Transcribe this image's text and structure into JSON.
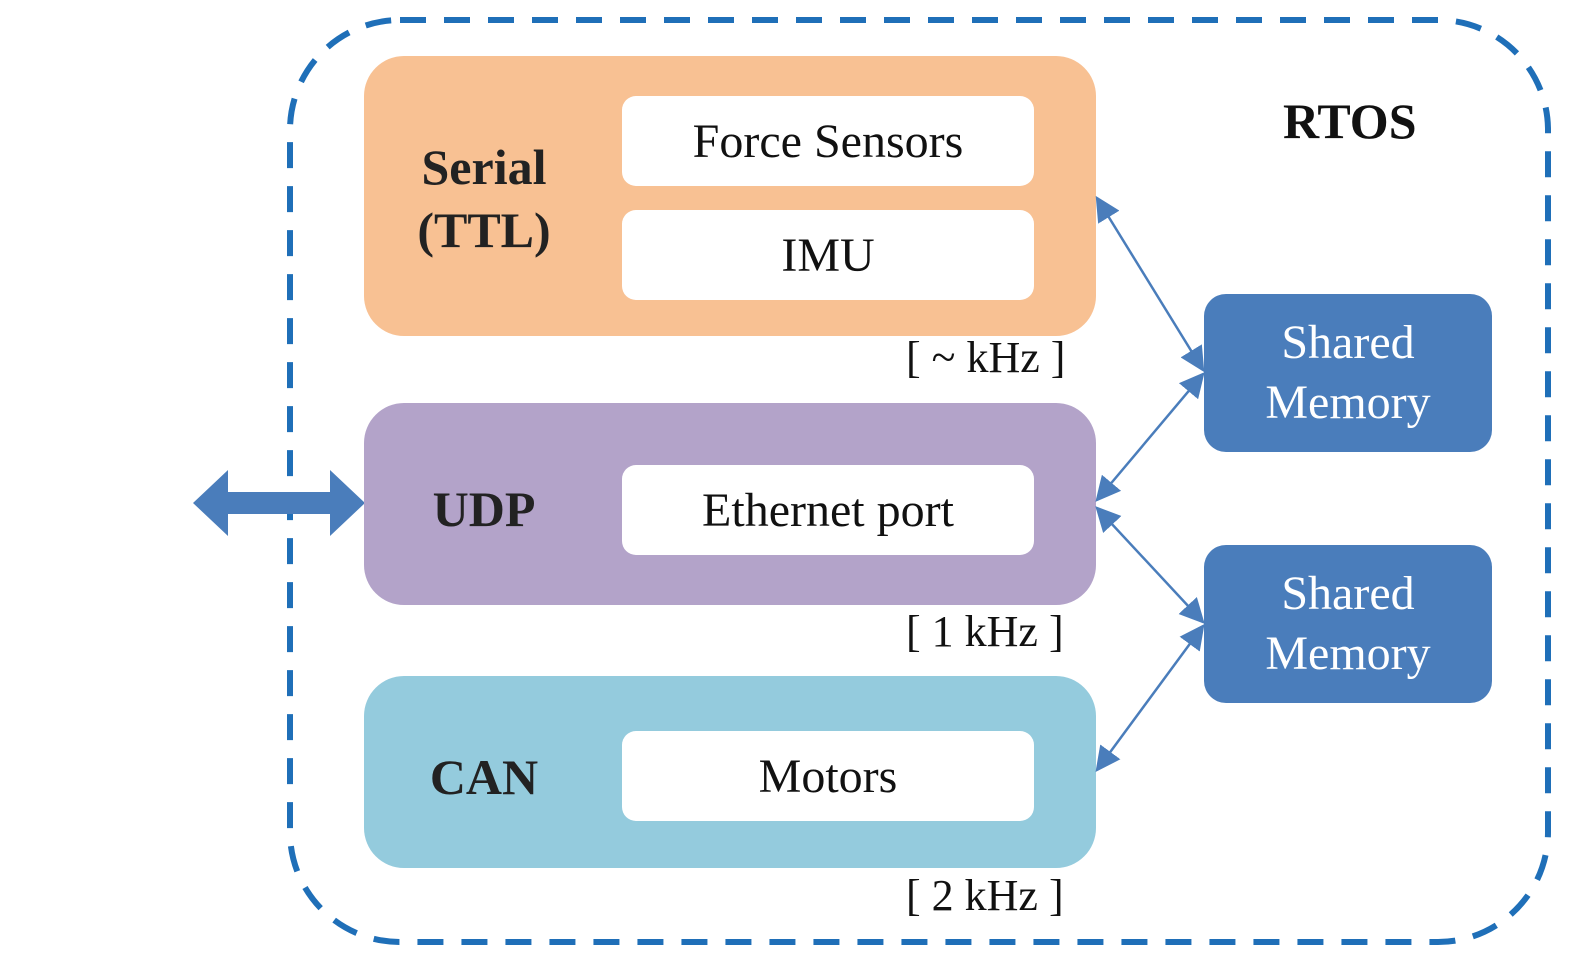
{
  "colors": {
    "border": "#1f6fb8",
    "serial_bg": "#f8c193",
    "udp_bg": "#b3a3c9",
    "can_bg": "#94cbdd",
    "shared_memory_bg": "#4a7dbb",
    "connector": "#4a7dbb"
  },
  "rtos": {
    "label": "RTOS"
  },
  "buses": {
    "serial": {
      "label": "Serial\n(TTL)",
      "devices": [
        "Force Sensors",
        "IMU"
      ],
      "rate": "[ ~ kHz ]"
    },
    "udp": {
      "label": "UDP",
      "devices": [
        "Ethernet port"
      ],
      "rate": "[ 1 kHz ]"
    },
    "can": {
      "label": "CAN",
      "devices": [
        "Motors"
      ],
      "rate": "[ 2 kHz ]"
    }
  },
  "shared_memory": [
    {
      "label": "Shared\nMemory"
    },
    {
      "label": "Shared\nMemory"
    }
  ]
}
